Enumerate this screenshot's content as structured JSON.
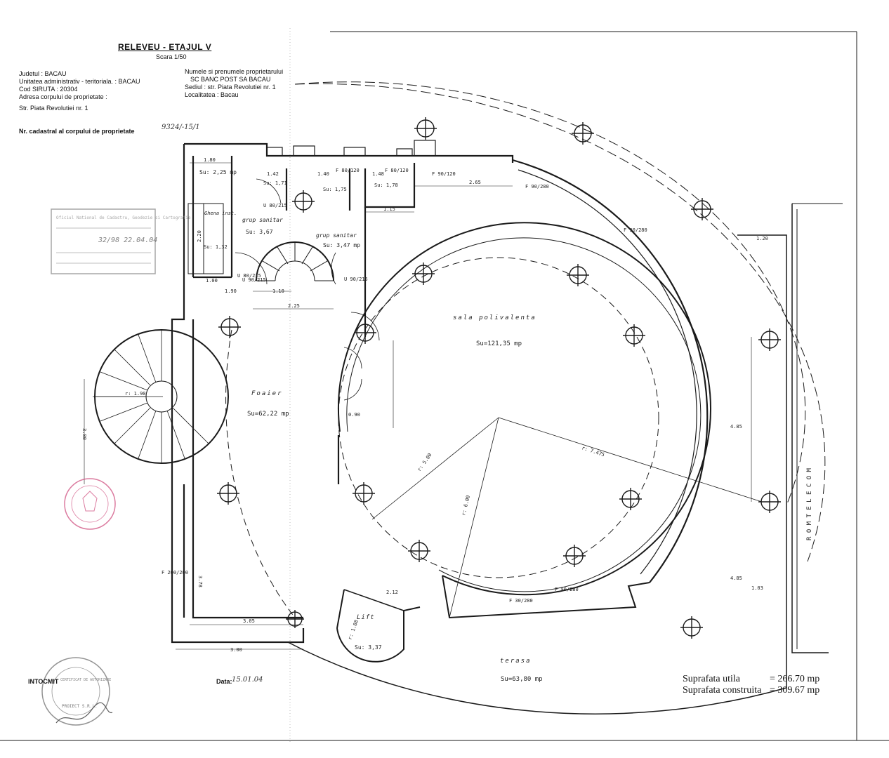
{
  "header": {
    "title": "RELEVEU - ETAJUL V",
    "scale": "Scara  1/50",
    "left_info": [
      "Judetul : BACAU",
      "Unitatea administrativ - teritoriala. : BACAU",
      "Cod SIRUTA : 20304",
      "Adresa corpului de proprietate :",
      "Str. Piata Revolutiei nr. 1"
    ],
    "right_info": [
      "Numele si prenumele proprietarului",
      "SC BANC POST SA BACAU",
      "Sediul : str. Piata Revolutiei nr. 1",
      "Localitatea : Bacau"
    ],
    "cadastral_label": "Nr. cadastral al corpului de proprietate",
    "cadastral_value": "9324/-15/1"
  },
  "rooms": {
    "sala_label": "sala polivalenta",
    "sala_area": "Su=121,35 mp",
    "foaier_label": "Foaier",
    "foaier_area": "Su=62,22 mp",
    "terasa_label": "terasa",
    "terasa_area": "Su=63,80 mp",
    "lift_label": "Lift",
    "lift_area": "Su: 3,37",
    "grup1_label": "grup sanitar",
    "grup1_area": "Su: 3,67",
    "grup2_label": "grup sanitar",
    "grup2_area": "Su: 3,47 mp",
    "ghena_label": "Ghena inst.",
    "ghena_area": "Su: 1,32",
    "su225": "Su: 2,25 mp",
    "su175": "Su: 1,75",
    "su178": "Su: 1,78",
    "su171": "Su: 1,71",
    "romtelecom": "R O M T E L E C O M"
  },
  "dimensions": {
    "d180": "1.80",
    "d142": "1.42",
    "d140": "1.40",
    "d148": "1.48",
    "d115": "1.15",
    "d265": "2.65",
    "d100": "1.00",
    "d190": "1.90",
    "d110": "1.10",
    "d225": "2.25",
    "d090": "0.90",
    "d305": "3.05",
    "d300": "3.00",
    "d212": "2.12",
    "d120": "1.20",
    "d103": "1.03",
    "d485a": "4.85",
    "d485b": "4.85",
    "r500": "r: 5.00",
    "r7475": "r: 7.475",
    "r190": "r: 1.90",
    "r600": "r: 6.00",
    "r188": "r: 1.88",
    "d380": "3.80",
    "d220": "2.20",
    "d378": "3.78",
    "u80a": "U 80/215",
    "u80b": "U 80/215",
    "u90a": "U 90/215",
    "u90b": "U 90/215",
    "f90a": "F 90/120",
    "f90b": "F 90/280",
    "f90c": "F 90/280",
    "f90d": "F 90/280",
    "f30": "F 30/280",
    "f200": "F 200/200",
    "f80a": "F 80/120",
    "f80b": "F 80/120"
  },
  "footer": {
    "intocmit": "INTOCMIT",
    "data_label": "Data:",
    "data_value": "15.01.04",
    "util_label": "Suprafata utila",
    "util_value": "= 266.70 mp",
    "constr_label": "Suprafata construita",
    "constr_value": "= 309.67 mp"
  },
  "stamps": {
    "stamp_text": "Oficiul National de Cadastru, Geodezie si Cartografie",
    "stamp_number": "32/98   22.04.04",
    "cert_text": "CERTIFICAT DE AUTORIZARE",
    "company": "PROIECT S.R.L."
  },
  "colors": {
    "line": "#1a1a1a",
    "stamp_gray": "#8a8a8a",
    "stamp_red": "#d05080"
  }
}
